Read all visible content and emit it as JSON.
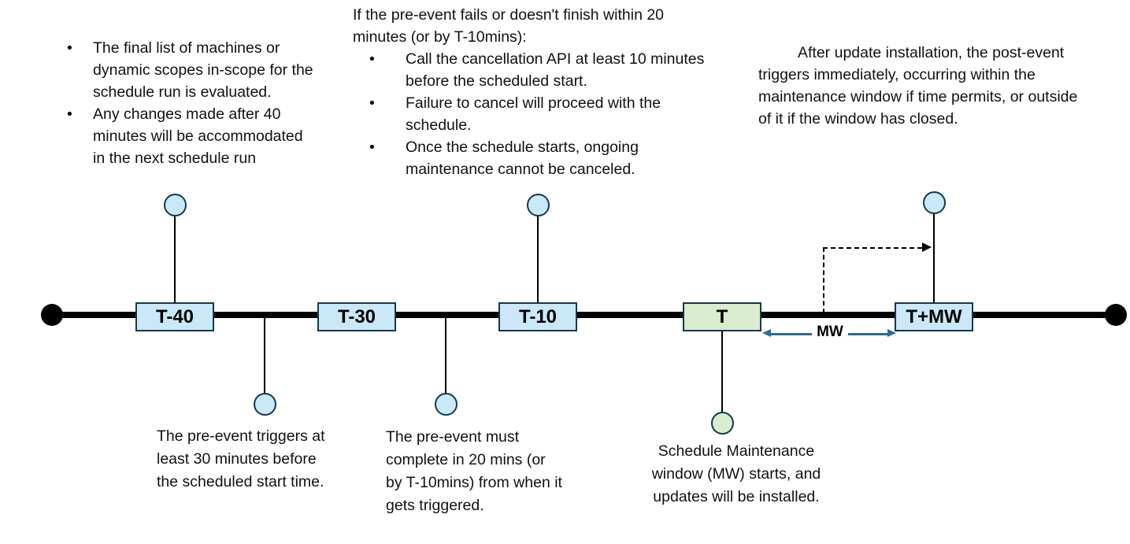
{
  "colors": {
    "line": "#000000",
    "milestone_blue_fill": "#cbe8f8",
    "milestone_green_fill": "#d9ecce",
    "milestone_border": "#15384e",
    "node_blue_fill": "#c9e8f8",
    "node_green_fill": "#d9ecce",
    "mw_arrow": "#2e6c8f"
  },
  "timeline": {
    "milestones": [
      {
        "label": "T-40"
      },
      {
        "label": "T-30"
      },
      {
        "label": "T-10"
      },
      {
        "label": "T"
      },
      {
        "label": "T+MW"
      }
    ],
    "mw_span_label": "MW"
  },
  "callouts": {
    "top_left": {
      "bullets": [
        "The final list of machines or dynamic scopes in-scope for the schedule run is evaluated.",
        "Any changes made after 40 minutes will be accommodated in the next schedule run"
      ]
    },
    "top_center": {
      "heading": "If the pre-event fails or doesn't finish within 20 minutes (or by T-10mins):",
      "bullets": [
        "Call the cancellation API at least 10 minutes before the scheduled start.",
        "Failure to cancel will proceed with the schedule.",
        "Once the schedule starts, ongoing maintenance cannot be canceled."
      ]
    },
    "top_right": {
      "text": "After update installation, the post-event triggers immediately, occurring within the maintenance window if time permits, or outside of it if the window has closed."
    },
    "below_t30": {
      "text": "The pre-event triggers at least 30 minutes before the scheduled start time."
    },
    "below_t10": {
      "text": "The pre-event must complete in 20 mins (or by T-10mins) from when it gets triggered."
    },
    "below_t": {
      "text": "Schedule Maintenance window (MW) starts, and updates will be installed."
    }
  }
}
